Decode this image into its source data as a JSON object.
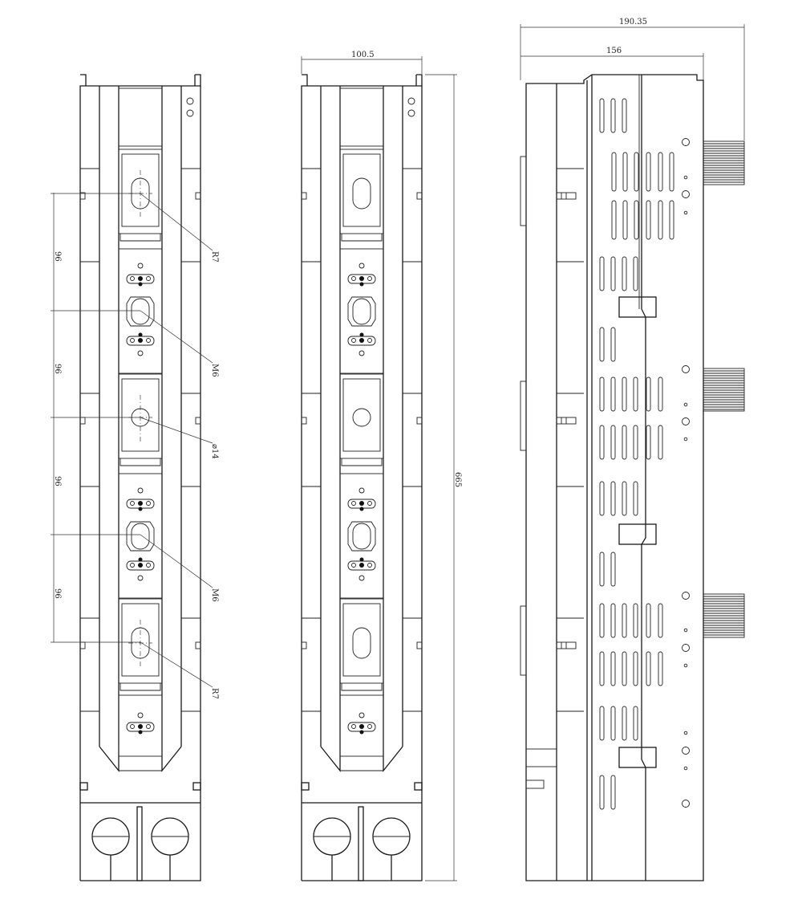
{
  "dimensions": {
    "pitch_1": "96",
    "pitch_2": "96",
    "pitch_3": "96",
    "pitch_4": "96",
    "radius_top": "R7",
    "radius_bottom": "R7",
    "hole_upper": "M6",
    "hole_lower": "M6",
    "diameter_center": "⌀14",
    "front_width": "100.5",
    "height": "665",
    "side_depth": "156",
    "overall_depth": "190.35"
  }
}
